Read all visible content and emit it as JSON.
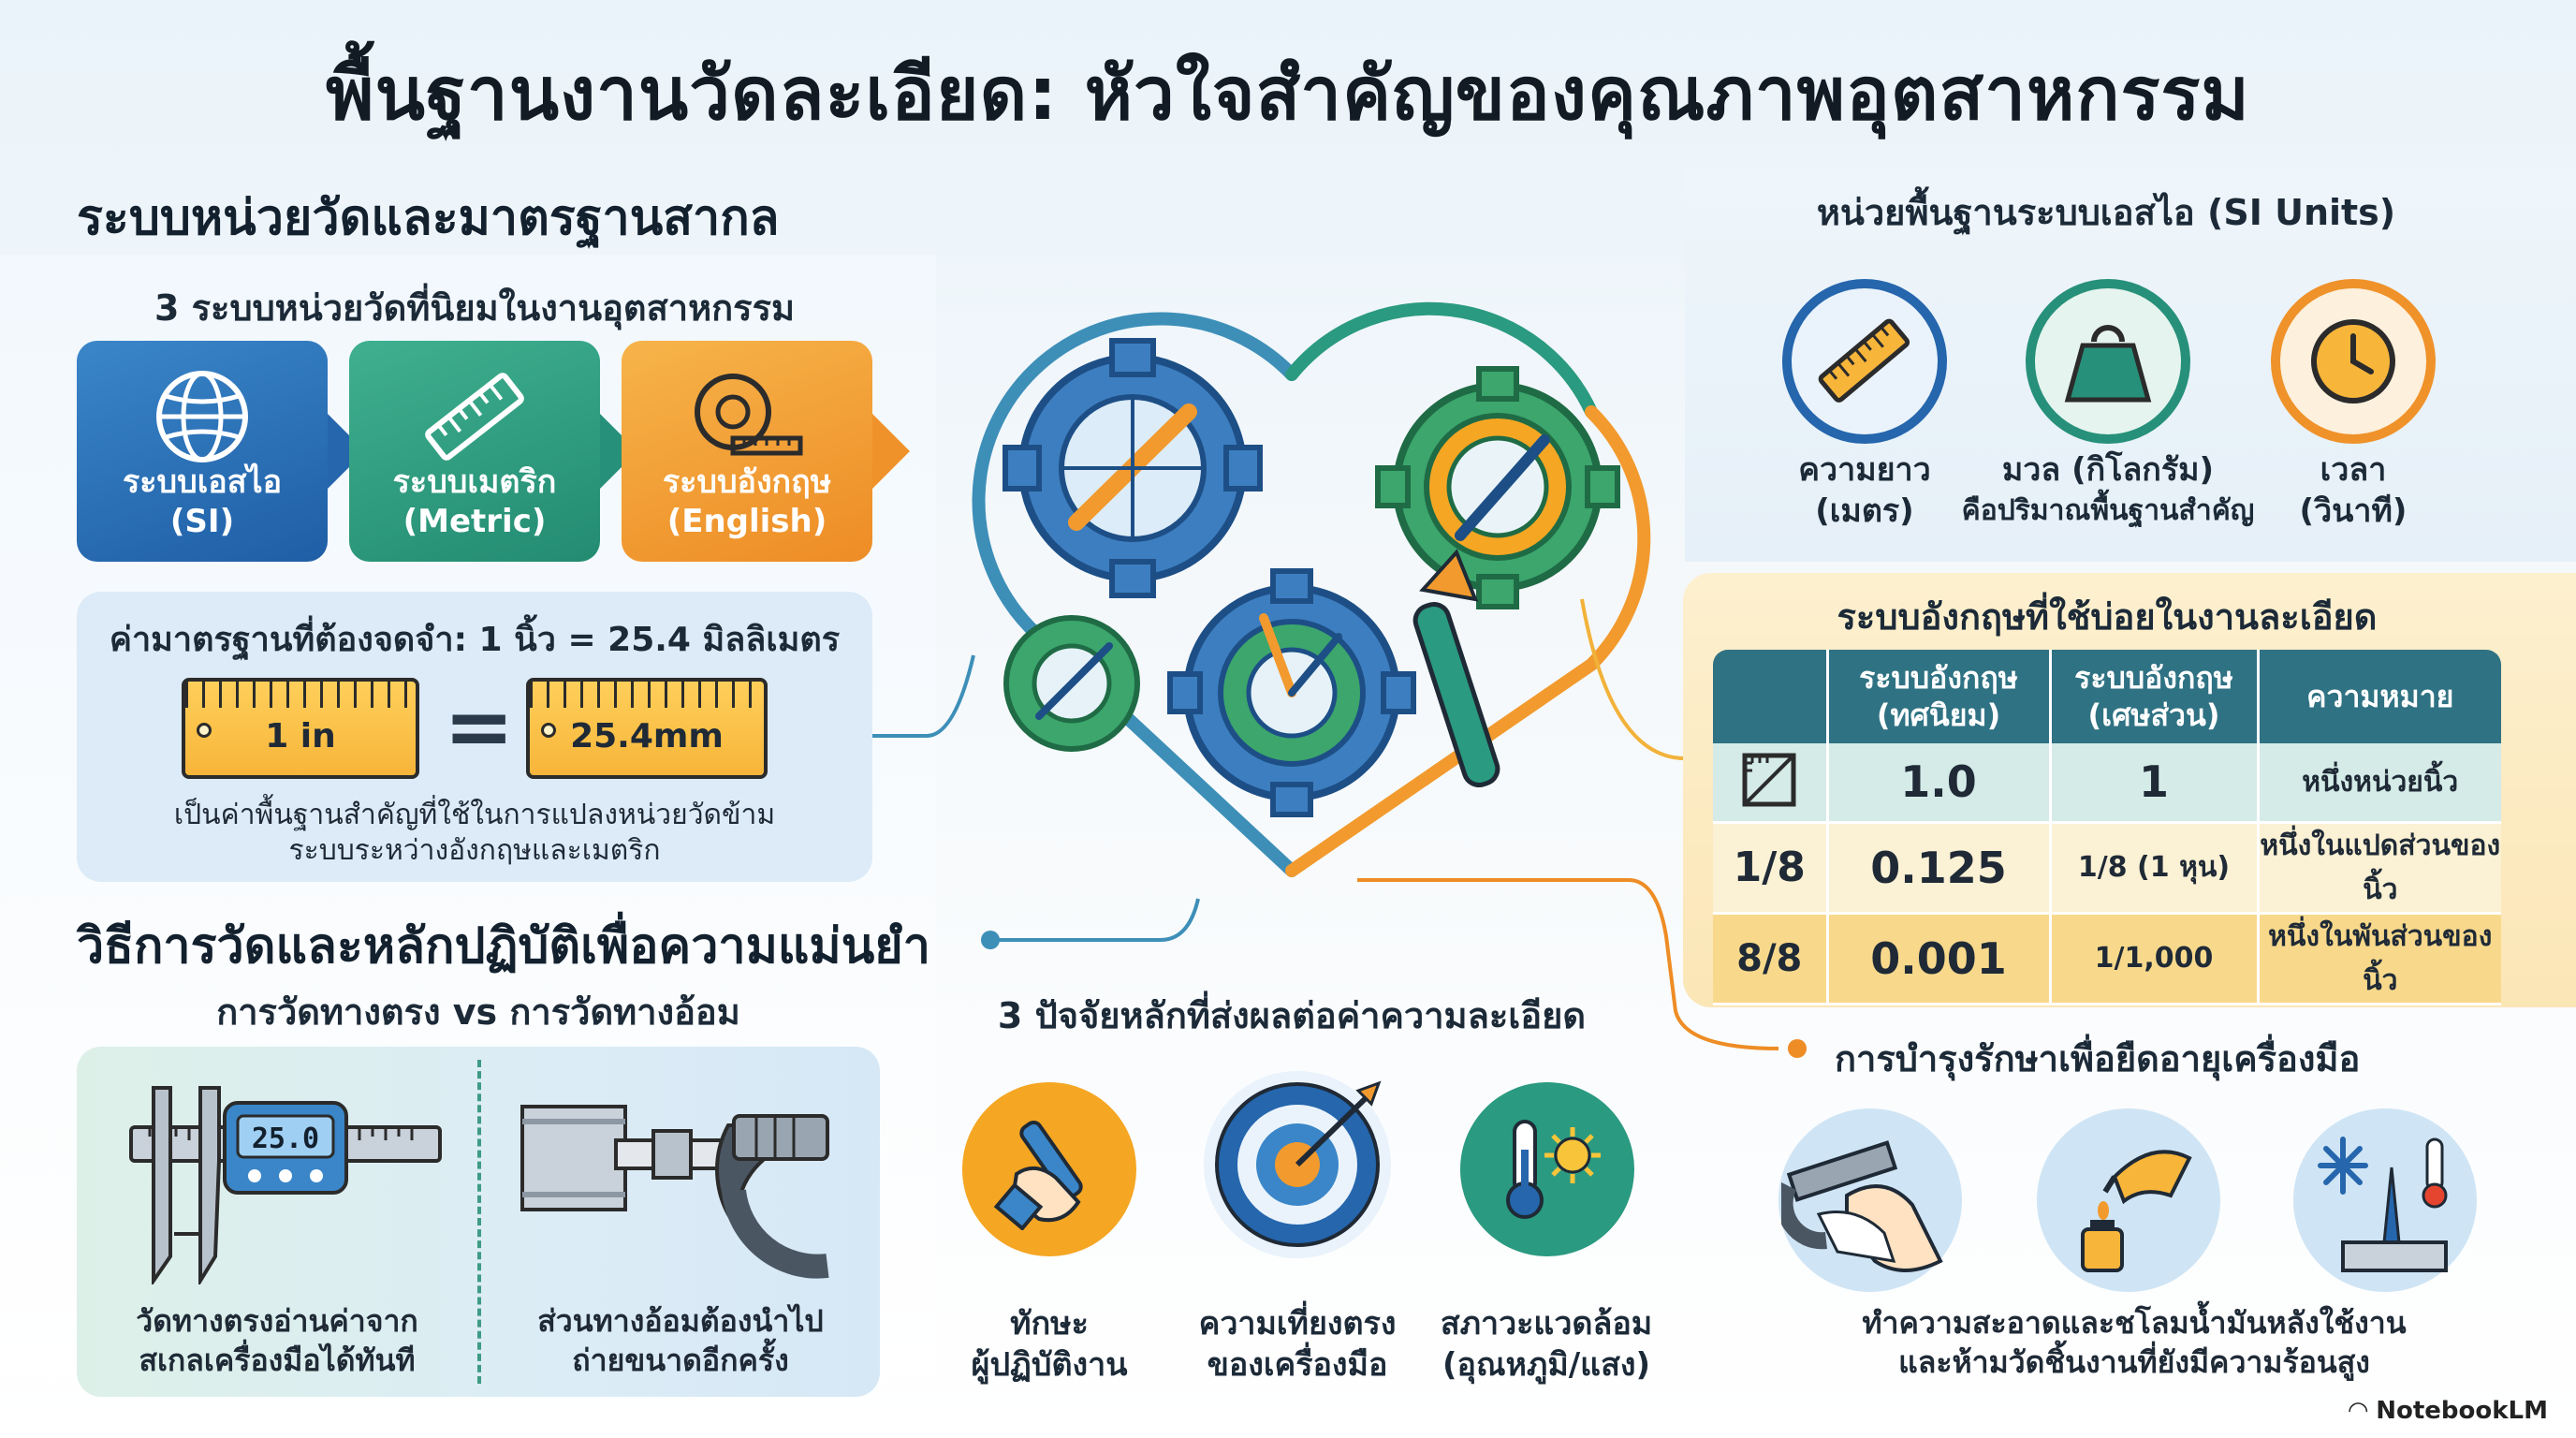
{
  "title": "พื้นฐานงานวัดละเอียด: หัวใจสำคัญของคุณภาพอุตสาหกรรม",
  "units_section": {
    "heading": "ระบบหน่วยวัดและมาตรฐานสากล",
    "subheading": "3 ระบบหน่วยวัดที่นิยมในงานอุตสาหกรรม",
    "systems": [
      {
        "line1": "ระบบเอสไอ",
        "line2": "(SI)",
        "icon": "globe-icon",
        "color": "#2566ad"
      },
      {
        "line1": "ระบบเมตริก",
        "line2": "(Metric)",
        "icon": "ruler-icon",
        "color": "#27907a"
      },
      {
        "line1": "ระบบอังกฤษ",
        "line2": "(English)",
        "icon": "tape-measure-icon",
        "color": "#ef922a"
      }
    ],
    "standard": {
      "heading": "ค่ามาตรฐานที่ต้องจดจำ: 1 นิ้ว = 25.4 มิลลิเมตร",
      "left_ruler": "1 in",
      "right_ruler": "25.4mm",
      "equals": "=",
      "note_line1": "เป็นค่าพื้นฐานสำคัญที่ใช้ในการแปลงหน่วยวัดข้าม",
      "note_line2": "ระบบระหว่างอังกฤษและเมตริก"
    }
  },
  "method_section": {
    "heading": "วิธีการวัดและหลักปฏิบัติเพื่อความแม่นยำ",
    "compare_title": "การวัดทางตรง  vs  การวัดทางอ้อม",
    "caliper_display": "25.0",
    "direct_line1": "วัดทางตรงอ่านค่าจาก",
    "direct_line2": "สเกลเครื่องมือได้ทันที",
    "indirect_line1": "ส่วนทางอ้อมต้องนำไป",
    "indirect_line2": "ถ่ายขนาดอีกครั้ง"
  },
  "si_section": {
    "heading": "หน่วยพื้นฐานระบบเอสไอ (SI Units)",
    "units": [
      {
        "line1": "ความยาว",
        "line2": "(เมตร)",
        "icon": "ruler-icon",
        "color": "#2566ad"
      },
      {
        "line1": "มวล (กิโลกรัม)",
        "line2": "คือปริมาณพื้นฐานสำคัญ",
        "icon": "weight-icon",
        "color": "#27907a"
      },
      {
        "line1": "เวลา",
        "line2": "(วินาที)",
        "icon": "clock-icon",
        "color": "#ef922a"
      }
    ]
  },
  "english_table": {
    "heading": "ระบบอังกฤษที่ใช้บ่อยในงานละเอียด",
    "headers": [
      "ระบบอังกฤษ\n(ทศนิยม)",
      "ระบบอังกฤษ\n(เศษส่วน)",
      "ความหมาย"
    ],
    "rows": [
      {
        "icon": "square-ruler-icon",
        "icon_text": "",
        "decimal": "1.0",
        "fraction": "1",
        "meaning": "หนึ่งหน่วยนิ้ว"
      },
      {
        "icon": "fraction-icon",
        "icon_text": "1/8",
        "decimal": "0.125",
        "fraction": "1/8 (1 หุน)",
        "meaning": "หนึ่งในแปดส่วนของนิ้ว"
      },
      {
        "icon": "small-fraction-icon",
        "icon_text": "8/8",
        "decimal": "0.001",
        "fraction": "1/1,000",
        "meaning": "หนึ่งในพันส่วนของนิ้ว"
      }
    ]
  },
  "factors_section": {
    "heading": "3 ปัจจัยหลักที่ส่งผลต่อค่าความละเอียด",
    "factors": [
      {
        "line1": "ทักษะ",
        "line2": "ผู้ปฏิบัติงาน",
        "icon": "hand-tool-icon",
        "color": "#f5a623"
      },
      {
        "line1": "ความเที่ยงตรง",
        "line2": "ของเครื่องมือ",
        "icon": "target-icon",
        "color": "#2566ad"
      },
      {
        "line1": "สภาวะแวดล้อม",
        "line2": "(อุณหภูมิ/แสง)",
        "icon": "thermometer-sun-icon",
        "color": "#2a9a80"
      }
    ]
  },
  "maintenance_section": {
    "heading": "การบำรุงรักษาเพื่อยืดอายุเครื่องมือ",
    "line1": "ทำความสะอาดและชโลมน้ำมันหลังใช้งาน",
    "line2": "และห้ามวัดชิ้นงานที่ยังมีความร้อนสูง"
  },
  "watermark": "NotebookLM",
  "colors": {
    "blue": "#2566ad",
    "green": "#27907a",
    "orange": "#ef922a",
    "teal": "#2f7283"
  }
}
